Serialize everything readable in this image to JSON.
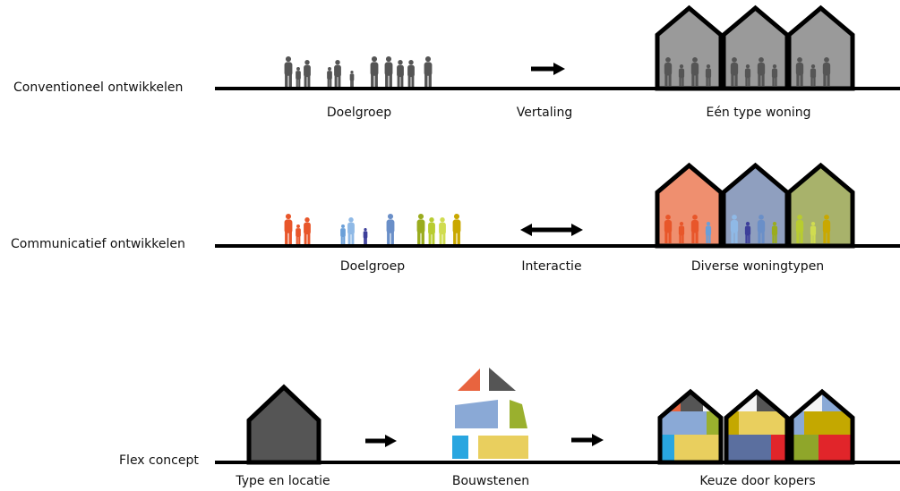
{
  "rows": [
    {
      "title": "Conventioneel ontwikkelen",
      "captions": {
        "left": "Doelgroep",
        "middle": "Vertaling",
        "right": "Eén type woning"
      },
      "arrow": "right-arrow",
      "house_fills": [
        "#9a9a9a",
        "#9a9a9a",
        "#9a9a9a"
      ],
      "people_colors": [
        "#555555",
        "#555555",
        "#555555",
        "#555555",
        "#555555",
        "#555555",
        "#555555",
        "#555555",
        "#555555",
        "#555555",
        "#555555"
      ]
    },
    {
      "title": "Communicatief ontwikkelen",
      "captions": {
        "left": "Doelgroep",
        "middle": "Interactie",
        "right": "Diverse woningtypen"
      },
      "arrow": "double-arrow",
      "house_fills": [
        "#ef8f6f",
        "#8f9fbf",
        "#a8b26b"
      ],
      "people_colors": [
        "#e8562a",
        "#e8562a",
        "#e8562a",
        "#6a9fd8",
        "#8fb9e6",
        "#3d3f9a",
        "#6a8fc8",
        "#9aac1e",
        "#b8cc30",
        "#d0dc50",
        "#c9a800"
      ]
    },
    {
      "title": "Flex concept",
      "captions": {
        "left": "Type en locatie",
        "middle": "Bouwstenen",
        "right": "Keuze door kopers"
      },
      "arrow": "right-arrow"
    }
  ],
  "colors": {
    "ink": "#000000",
    "single_house": "#555555",
    "block_orange": "#e8643f",
    "block_darkgray": "#555555",
    "block_blue": "#8aa9d6",
    "block_olive": "#9ab02e",
    "block_cyan": "#29a6e0",
    "block_yellow": "#e9cf5e",
    "block_mustard": "#c4a800",
    "block_red": "#e1252a",
    "block_navy": "#5b6f9f",
    "block_green": "#8fa62a"
  }
}
